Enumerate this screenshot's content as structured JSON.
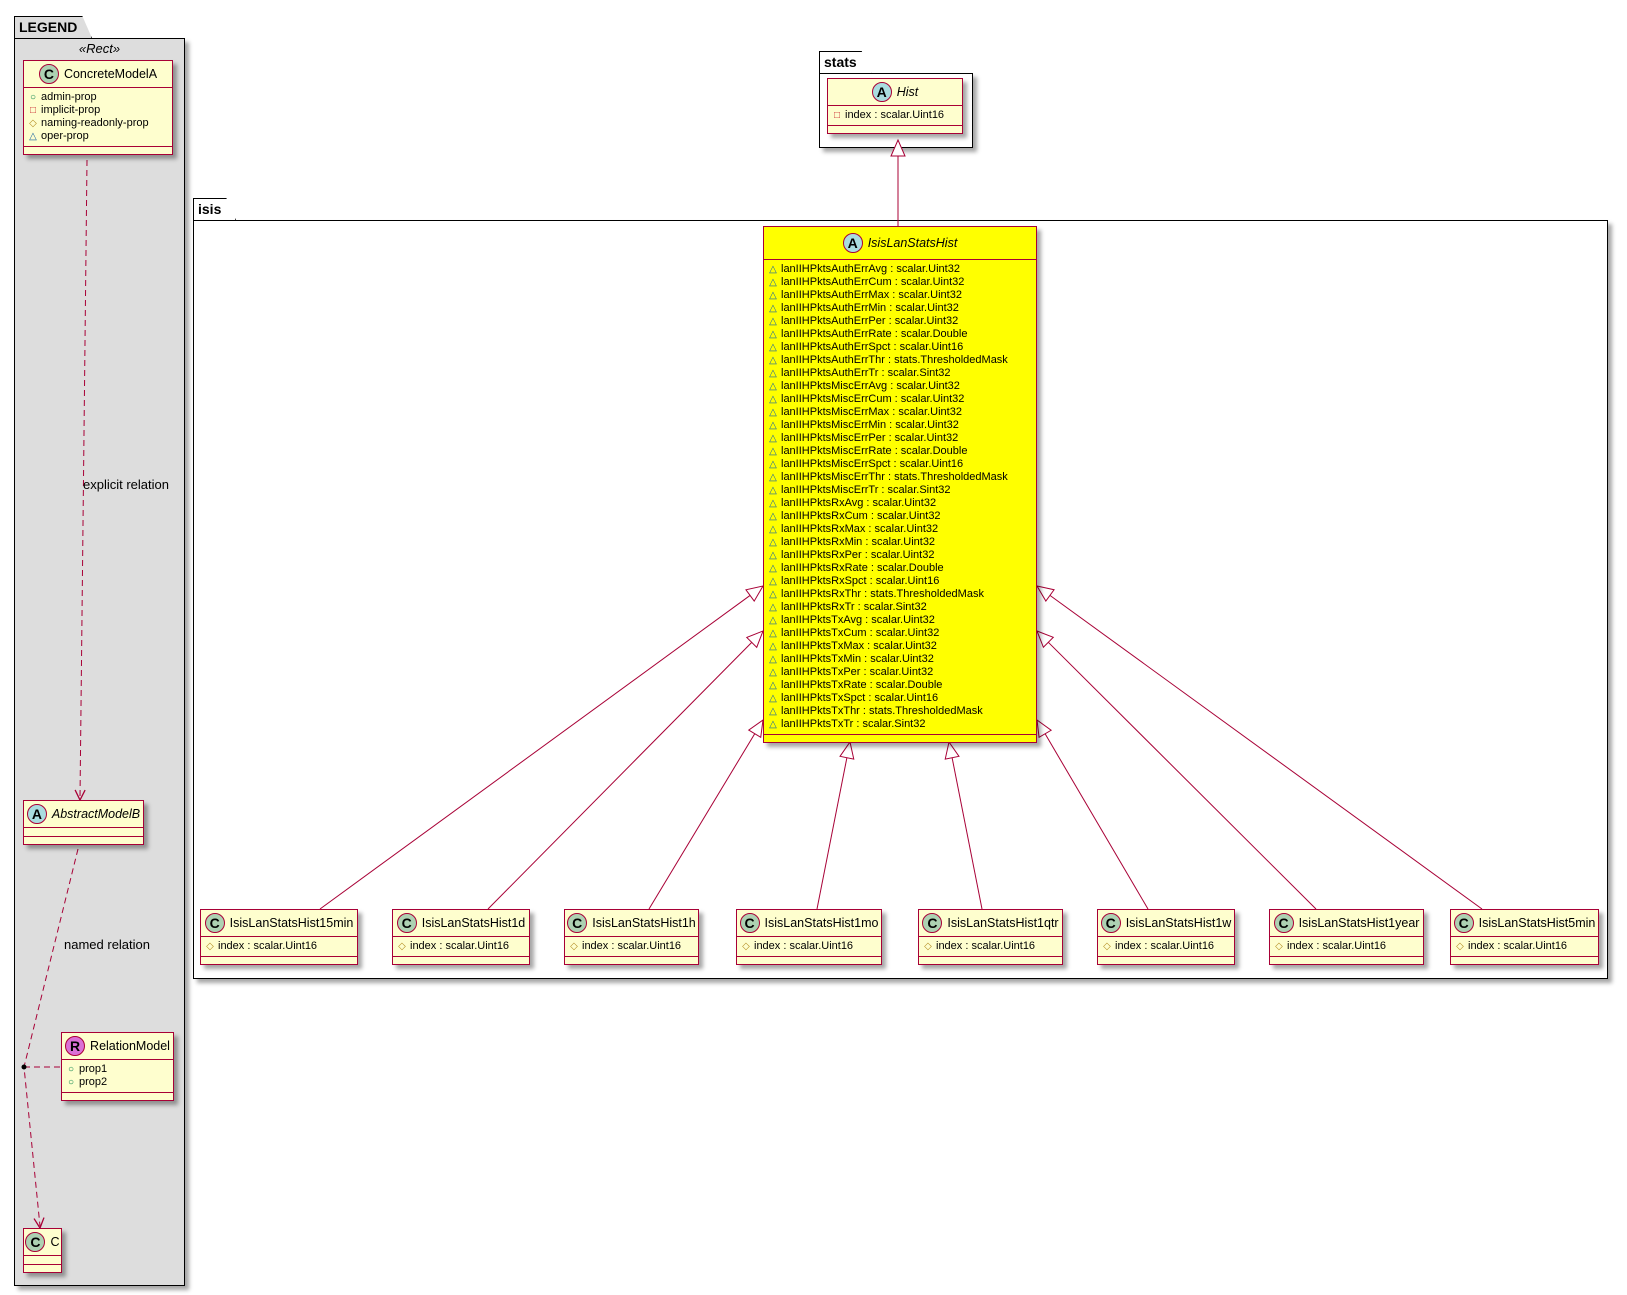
{
  "colors": {
    "class_bg": "#FEFECE",
    "class_border": "#A80036",
    "highlight_bg": "#FFFF00",
    "legend_bg": "#DDDDDD",
    "circle_class": "#ADD1B2",
    "circle_abstract": "#A9DCDF",
    "circle_relation": "#DA70D6",
    "vis_public": "#038048",
    "vis_private": "#C82930",
    "vis_protected": "#B38D22",
    "vis_package": "#1963A0"
  },
  "visibility_symbols": {
    "public": "○",
    "private": "□",
    "protected": "◇",
    "package": "△"
  },
  "legend": {
    "title": "LEGEND",
    "stereotype": "«Rect»",
    "classes": [
      {
        "id": "concrete",
        "kind": "C",
        "name": "ConcreteModelA",
        "attrs": [
          {
            "vis": "public",
            "text": "admin-prop"
          },
          {
            "vis": "private",
            "text": "implicit-prop"
          },
          {
            "vis": "protected",
            "text": "naming-readonly-prop"
          },
          {
            "vis": "package",
            "text": "oper-prop"
          }
        ]
      },
      {
        "id": "abstractB",
        "kind": "A",
        "name": "AbstractModelB",
        "attrs": []
      },
      {
        "id": "relation",
        "kind": "R",
        "name": "RelationModel",
        "attrs": [
          {
            "vis": "public",
            "text": "prop1"
          },
          {
            "vis": "public",
            "text": "prop2"
          }
        ]
      },
      {
        "id": "c",
        "kind": "C",
        "name": "C",
        "attrs": []
      }
    ],
    "relations": {
      "explicit": "explicit relation",
      "named": "named relation"
    }
  },
  "stats": {
    "title": "stats",
    "classes": [
      {
        "id": "hist",
        "kind": "A",
        "name": "Hist",
        "attrs": [
          {
            "vis": "private",
            "text": "index : scalar.Uint16"
          }
        ]
      }
    ]
  },
  "isis": {
    "title": "isis",
    "classes": [
      {
        "id": "main",
        "kind": "A",
        "name": "IsisLanStatsHist",
        "highlight": true,
        "attrs": [
          {
            "vis": "package",
            "text": "lanIIHPktsAuthErrAvg : scalar.Uint32"
          },
          {
            "vis": "package",
            "text": "lanIIHPktsAuthErrCum : scalar.Uint32"
          },
          {
            "vis": "package",
            "text": "lanIIHPktsAuthErrMax : scalar.Uint32"
          },
          {
            "vis": "package",
            "text": "lanIIHPktsAuthErrMin : scalar.Uint32"
          },
          {
            "vis": "package",
            "text": "lanIIHPktsAuthErrPer : scalar.Uint32"
          },
          {
            "vis": "package",
            "text": "lanIIHPktsAuthErrRate : scalar.Double"
          },
          {
            "vis": "package",
            "text": "lanIIHPktsAuthErrSpct : scalar.Uint16"
          },
          {
            "vis": "package",
            "text": "lanIIHPktsAuthErrThr : stats.ThresholdedMask"
          },
          {
            "vis": "package",
            "text": "lanIIHPktsAuthErrTr : scalar.Sint32"
          },
          {
            "vis": "package",
            "text": "lanIIHPktsMiscErrAvg : scalar.Uint32"
          },
          {
            "vis": "package",
            "text": "lanIIHPktsMiscErrCum : scalar.Uint32"
          },
          {
            "vis": "package",
            "text": "lanIIHPktsMiscErrMax : scalar.Uint32"
          },
          {
            "vis": "package",
            "text": "lanIIHPktsMiscErrMin : scalar.Uint32"
          },
          {
            "vis": "package",
            "text": "lanIIHPktsMiscErrPer : scalar.Uint32"
          },
          {
            "vis": "package",
            "text": "lanIIHPktsMiscErrRate : scalar.Double"
          },
          {
            "vis": "package",
            "text": "lanIIHPktsMiscErrSpct : scalar.Uint16"
          },
          {
            "vis": "package",
            "text": "lanIIHPktsMiscErrThr : stats.ThresholdedMask"
          },
          {
            "vis": "package",
            "text": "lanIIHPktsMiscErrTr : scalar.Sint32"
          },
          {
            "vis": "package",
            "text": "lanIIHPktsRxAvg : scalar.Uint32"
          },
          {
            "vis": "package",
            "text": "lanIIHPktsRxCum : scalar.Uint32"
          },
          {
            "vis": "package",
            "text": "lanIIHPktsRxMax : scalar.Uint32"
          },
          {
            "vis": "package",
            "text": "lanIIHPktsRxMin : scalar.Uint32"
          },
          {
            "vis": "package",
            "text": "lanIIHPktsRxPer : scalar.Uint32"
          },
          {
            "vis": "package",
            "text": "lanIIHPktsRxRate : scalar.Double"
          },
          {
            "vis": "package",
            "text": "lanIIHPktsRxSpct : scalar.Uint16"
          },
          {
            "vis": "package",
            "text": "lanIIHPktsRxThr : stats.ThresholdedMask"
          },
          {
            "vis": "package",
            "text": "lanIIHPktsRxTr : scalar.Sint32"
          },
          {
            "vis": "package",
            "text": "lanIIHPktsTxAvg : scalar.Uint32"
          },
          {
            "vis": "package",
            "text": "lanIIHPktsTxCum : scalar.Uint32"
          },
          {
            "vis": "package",
            "text": "lanIIHPktsTxMax : scalar.Uint32"
          },
          {
            "vis": "package",
            "text": "lanIIHPktsTxMin : scalar.Uint32"
          },
          {
            "vis": "package",
            "text": "lanIIHPktsTxPer : scalar.Uint32"
          },
          {
            "vis": "package",
            "text": "lanIIHPktsTxRate : scalar.Double"
          },
          {
            "vis": "package",
            "text": "lanIIHPktsTxSpct : scalar.Uint16"
          },
          {
            "vis": "package",
            "text": "lanIIHPktsTxThr : stats.ThresholdedMask"
          },
          {
            "vis": "package",
            "text": "lanIIHPktsTxTr : scalar.Sint32"
          }
        ]
      },
      {
        "id": "h15min",
        "kind": "C",
        "name": "IsisLanStatsHist15min",
        "attrs": [
          {
            "vis": "protected",
            "text": "index : scalar.Uint16"
          }
        ]
      },
      {
        "id": "h1d",
        "kind": "C",
        "name": "IsisLanStatsHist1d",
        "attrs": [
          {
            "vis": "protected",
            "text": "index : scalar.Uint16"
          }
        ]
      },
      {
        "id": "h1h",
        "kind": "C",
        "name": "IsisLanStatsHist1h",
        "attrs": [
          {
            "vis": "protected",
            "text": "index : scalar.Uint16"
          }
        ]
      },
      {
        "id": "h1mo",
        "kind": "C",
        "name": "IsisLanStatsHist1mo",
        "attrs": [
          {
            "vis": "protected",
            "text": "index : scalar.Uint16"
          }
        ]
      },
      {
        "id": "h1qtr",
        "kind": "C",
        "name": "IsisLanStatsHist1qtr",
        "attrs": [
          {
            "vis": "protected",
            "text": "index : scalar.Uint16"
          }
        ]
      },
      {
        "id": "h1w",
        "kind": "C",
        "name": "IsisLanStatsHist1w",
        "attrs": [
          {
            "vis": "protected",
            "text": "index : scalar.Uint16"
          }
        ]
      },
      {
        "id": "h1year",
        "kind": "C",
        "name": "IsisLanStatsHist1year",
        "attrs": [
          {
            "vis": "protected",
            "text": "index : scalar.Uint16"
          }
        ]
      },
      {
        "id": "h5min",
        "kind": "C",
        "name": "IsisLanStatsHist5min",
        "attrs": [
          {
            "vis": "protected",
            "text": "index : scalar.Uint16"
          }
        ]
      }
    ]
  }
}
